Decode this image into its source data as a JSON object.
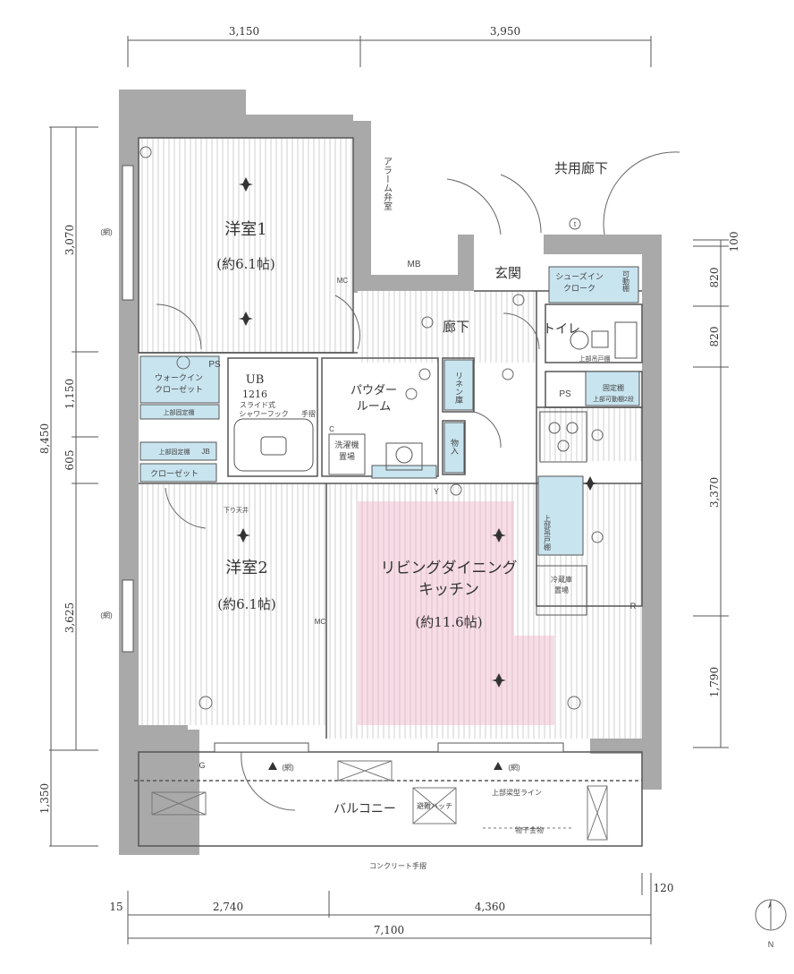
{
  "rooms": {
    "bedroom1": {
      "name": "洋室1",
      "size": "(約6.1帖)"
    },
    "bedroom2": {
      "name": "洋室2",
      "size": "(約6.1帖)"
    },
    "ldk": {
      "name1": "リビングダイニング",
      "name2": "キッチン",
      "size": "(約11.6帖)"
    },
    "entrance": "玄関",
    "hallway": "廊下",
    "toilet": "トイレ",
    "shared_corridor": "共用廊下",
    "balcony": "バルコニー",
    "powder": {
      "line1": "パウダー",
      "line2": "ルーム"
    },
    "bath": {
      "line1": "UB",
      "line2": "1216"
    }
  },
  "labels": {
    "alarm_valve": "アラーム弁室",
    "mb": "MB",
    "ps_left": "PS",
    "ps_right": "PS",
    "wic_1": "ウォークイン",
    "wic_2": "クローゼット",
    "upper_shelf": "上部固定棚",
    "upper_shelf_jb": "上部固定棚",
    "jb": "JB",
    "closet": "クローゼット",
    "linen": "リネン庫",
    "storage": "物入",
    "washer_1": "洗濯機",
    "washer_2": "置場",
    "shoes_1": "シューズイン",
    "shoes_2": "クローク",
    "movable_shelf": "可動棚",
    "upper_cabinet_top": "上部吊戸棚",
    "fixed_shelf_1": "固定棚",
    "fixed_shelf_2": "上部可動棚2段",
    "fridge_1": "冷蔵庫",
    "fridge_2": "置場",
    "upper_cabinet_kitchen": "上部吊戸棚",
    "slide_hook_1": "スライド式",
    "slide_hook_2": "シャワーフック",
    "handrail": "手摺",
    "drop_ceiling": "下り天井",
    "refuge_hatch": "避難ハッチ",
    "drying_rack": "物干金物",
    "upper_beam_line": "上部梁型ライン",
    "concrete_rail": "コンクリート手摺",
    "net": "(網)",
    "net_balcony": "(網)",
    "mc": "MC",
    "c": "C",
    "r": "R",
    "y": "Y",
    "t": "t",
    "g": "G",
    "north": "N"
  },
  "dimensions": {
    "top": [
      "3,150",
      "3,950"
    ],
    "bottom": [
      "15",
      "2,740",
      "4,360",
      "120",
      "7,100"
    ],
    "left": [
      "3,070",
      "1,150",
      "605",
      "3,625",
      "1,350",
      "8,450"
    ],
    "right": [
      "100",
      "820",
      "820",
      "3,370",
      "1,790"
    ]
  },
  "colors": {
    "wall": "#a9a9a9",
    "storage": "#c8e4ef",
    "ldk_highlight": "#f6dde6",
    "line": "#555555",
    "floor_line": "#cfcfcf"
  }
}
